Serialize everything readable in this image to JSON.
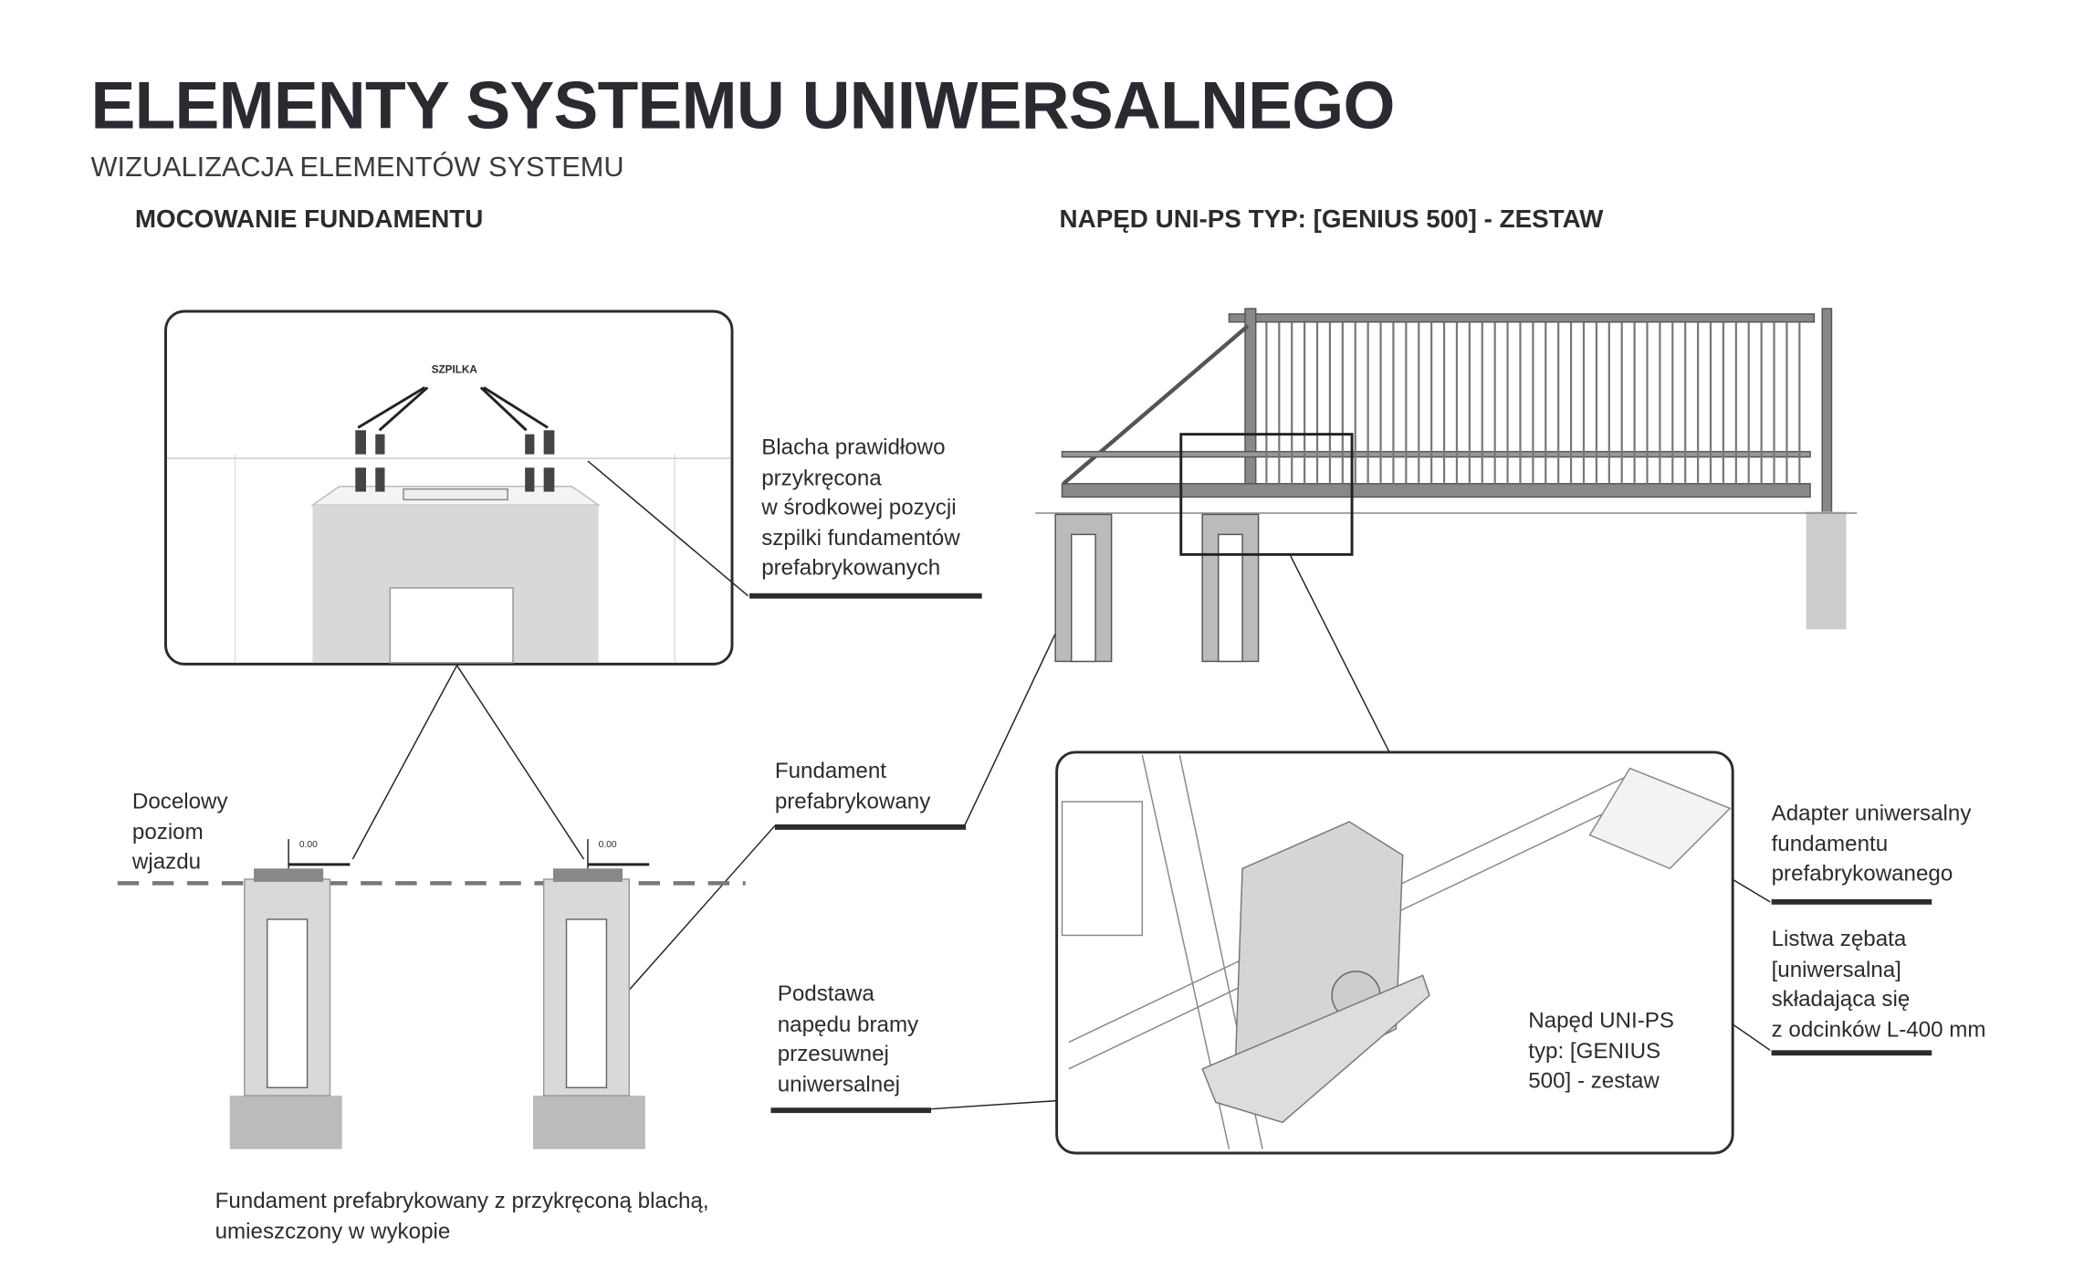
{
  "header": {
    "title": "ELEMENTY SYSTEMU UNIWERSALNEGO",
    "subtitle": "WIZUALIZACJA ELEMENTÓW SYSTEMU"
  },
  "left_section": {
    "heading": "MOCOWANIE FUNDAMENTU",
    "detail_label": "SZPILKA",
    "level_marks": [
      "0.00",
      "0.00"
    ],
    "callouts": {
      "plate": "Blacha prawidłowo\nprzykręcona\nw środkowej pozycji\nszpilki fundamentów\nprefabrykowanych",
      "level": "Docelowy\npoziom\nwjazdu",
      "foundation": "Fundament\nprefabrykowany"
    },
    "caption": "Fundament prefabrykowany z przykręconą blachą,\numieszczony w wykopie"
  },
  "right_section": {
    "heading": "NAPĘD UNI-PS TYP: [GENIUS 500] - ZESTAW",
    "callouts": {
      "base": "Podstawa\nnapędu bramy\nprzesuwnej\nuniwersalnej",
      "drive": "Napęd UNI-PS\ntyp: [GENIUS\n500] - zestaw",
      "adapter": "Adapter uniwersalny\nfundamentu\nprefabrykowanego",
      "rack": "Listwa zębata\n[uniwersalna]\nskładająca się\nz odcinków L-400 mm"
    }
  }
}
